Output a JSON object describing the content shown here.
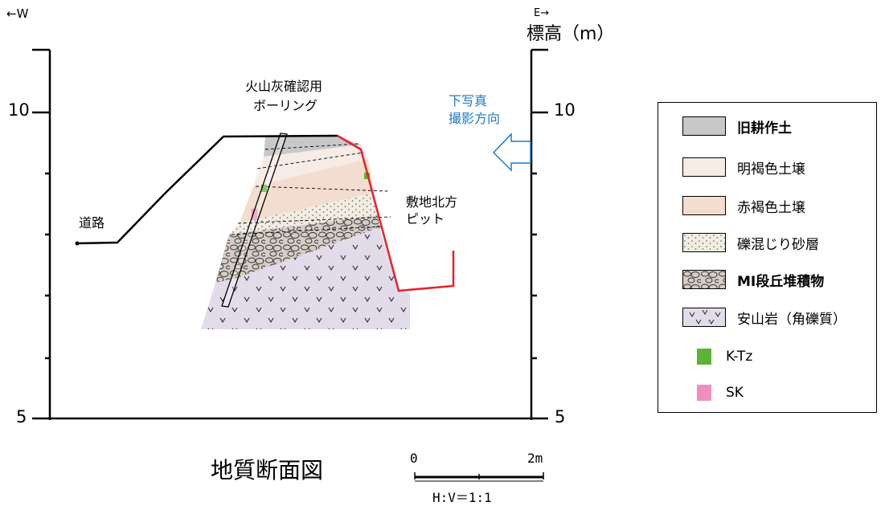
{
  "direction": {
    "west": "←W",
    "east": "E→"
  },
  "axis": {
    "title": "標高（m）",
    "ticks": [
      {
        "value": 10,
        "label": "10"
      },
      {
        "value": 5,
        "label": "5"
      }
    ],
    "range": [
      5,
      11
    ]
  },
  "annotations": {
    "boring_line1": "火山灰確認用",
    "boring_line2": "ボーリング",
    "road": "道路",
    "pit_line1": "敷地北方",
    "pit_line2": "ピット",
    "photo_line1": "下写真",
    "photo_line2": "撮影方向"
  },
  "caption": "地質断面図",
  "scale": {
    "start": "0",
    "end": "2m",
    "ratio": "H:V＝1:1"
  },
  "legend": [
    {
      "label": "旧耕作土",
      "pattern": "plain",
      "color": "#c8c8ca",
      "bold": true
    },
    {
      "label": "明褐色土壌",
      "pattern": "plain",
      "color": "#f7ebe6",
      "bold": false
    },
    {
      "label": "赤褐色土壌",
      "pattern": "plain",
      "color": "#f3ddcf",
      "bold": false
    },
    {
      "label": "礫混じり砂層",
      "pattern": "dots",
      "color": "#f1ede2",
      "bold": false
    },
    {
      "label": "MI段丘堆積物",
      "pattern": "gravel",
      "color": "#d6cdc6",
      "bold": true
    },
    {
      "label": "安山岩（角礫質）",
      "pattern": "v",
      "color": "#e2dcea",
      "bold": false
    },
    {
      "label": "K-Tz",
      "pattern": "square",
      "color": "#5db335",
      "bold": false
    },
    {
      "label": "SK",
      "pattern": "square",
      "color": "#f08fbe",
      "bold": false
    }
  ],
  "colors": {
    "boundary": "#e8202a",
    "photo_arrow": "#1f7bc6",
    "photo_text": "#1f7bc6"
  }
}
